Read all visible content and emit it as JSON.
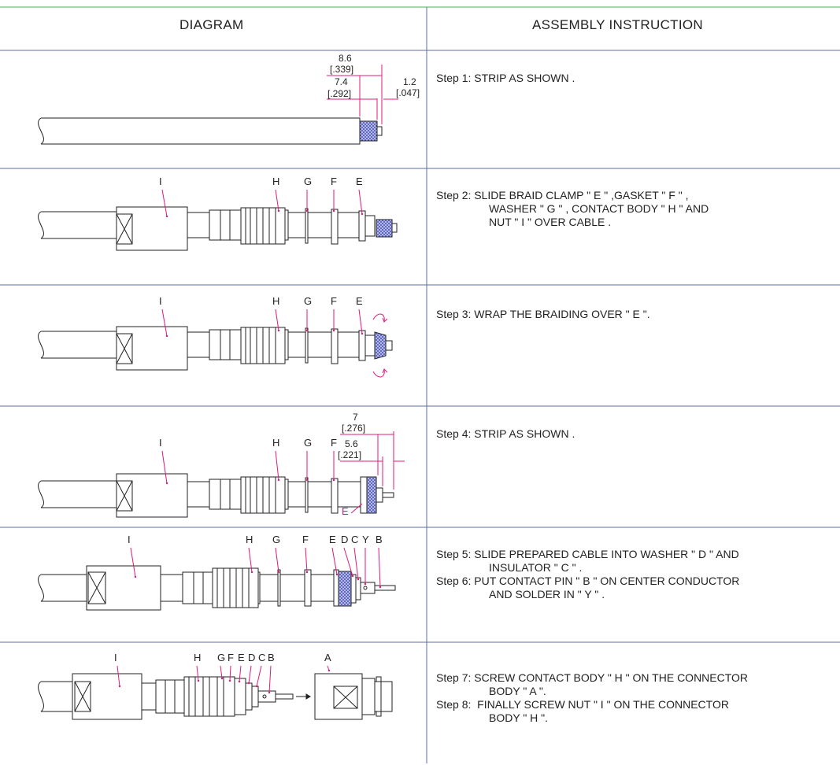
{
  "headers": {
    "diagram": "DIAGRAM",
    "instruction": "ASSEMBLY INSTRUCTION"
  },
  "colors": {
    "dimension": "#e0197d",
    "braid": "#4a54b8",
    "grid": "#5b6fa6",
    "top_rule": "#4caf50",
    "line": "#222222"
  },
  "rows": [
    {
      "dims": {
        "d1": "8.6",
        "d1i": "[.339]",
        "d2": "7.4",
        "d2i": "[.292]",
        "d3": "1.2",
        "d3i": "[.047]"
      },
      "steps": [
        "Step 1: STRIP AS SHOWN ."
      ]
    },
    {
      "labels": [
        "I",
        "H",
        "G",
        "F",
        "E"
      ],
      "steps": [
        "Step 2: SLIDE BRAID CLAMP \" E \" ,GASKET \" F \" ,",
        "WASHER \" G \" , CONTACT BODY \" H \" AND",
        "NUT \" I \" OVER CABLE ."
      ]
    },
    {
      "labels": [
        "I",
        "H",
        "G",
        "F",
        "E"
      ],
      "steps": [
        "Step 3: WRAP THE BRAIDING OVER \" E \"."
      ]
    },
    {
      "labels": [
        "I",
        "H",
        "G",
        "F",
        "E"
      ],
      "dims": {
        "d1": "7",
        "d1i": "[.276]",
        "d2": "5.6",
        "d2i": "[.221]"
      },
      "steps": [
        "Step 4: STRIP AS SHOWN ."
      ]
    },
    {
      "labels": [
        "I",
        "H",
        "G",
        "F",
        "E",
        "D",
        "C",
        "Y",
        "B"
      ],
      "steps": [
        "Step 5: SLIDE PREPARED CABLE INTO WASHER \" D \" AND",
        "INSULATOR \" C \" .",
        "Step 6: PUT CONTACT PIN \" B \" ON CENTER CONDUCTOR",
        "AND SOLDER IN \" Y \" ."
      ]
    },
    {
      "labels": [
        "I",
        "H",
        "G",
        "F",
        "E",
        "D",
        "C",
        "B",
        "A"
      ],
      "steps": [
        "Step 7: SCREW CONTACT BODY \" H \" ON THE CONNECTOR",
        "BODY \" A \".",
        "Step 8:  FINALLY SCREW NUT \" I \" ON THE CONNECTOR",
        "BODY \" H \"."
      ]
    }
  ]
}
